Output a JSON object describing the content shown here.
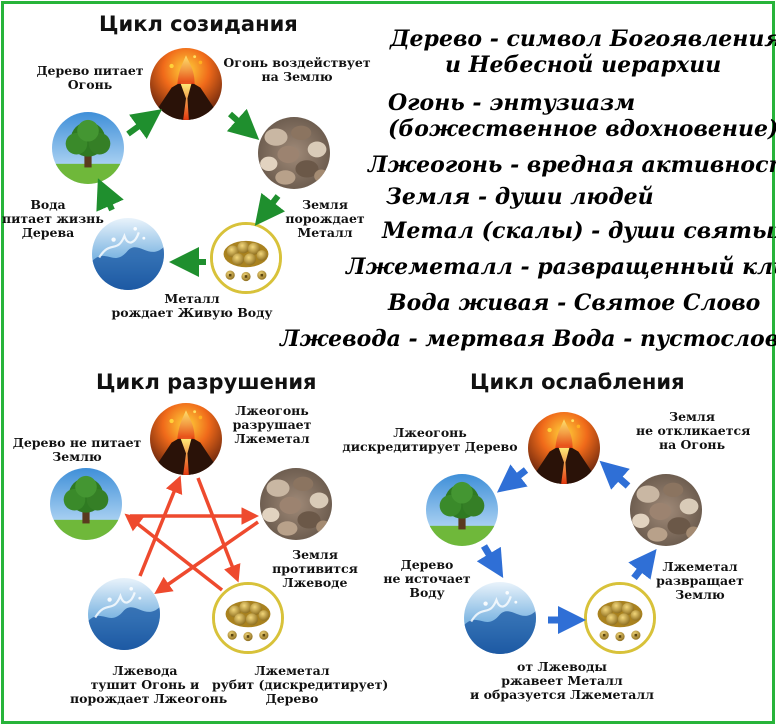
{
  "colors": {
    "border": "#27b43a",
    "green_arrow": "#1f8f2e",
    "red_arrow": "#ee4a2e",
    "blue_arrow": "#2f6fd6"
  },
  "creation": {
    "title": "Цикл созидания",
    "wood_feeds_fire": [
      "Дерево питает",
      "Огонь"
    ],
    "fire_affects_earth": [
      "Огонь воздействует",
      "на Землю"
    ],
    "water_feeds_wood": [
      "Вода",
      "питает жизнь",
      "Дерева"
    ],
    "earth_births_metal": [
      "Земля",
      "порождает",
      "Металл"
    ],
    "metal_births_water": [
      "Металл",
      "рождает Живую Воду"
    ]
  },
  "legend": [
    [
      "Дерево - символ Богоявления",
      "и Небесной иерархии"
    ],
    [
      "Огонь - энтузиазм",
      "(божественное вдохновение)"
    ],
    [
      "Лжеогонь - вредная активность"
    ],
    [
      "Земля - души людей"
    ],
    [
      "Метал (скалы) - души святых"
    ],
    [
      "Лжеметалл - развращенный клир"
    ],
    [
      "Вода живая - Святое Слово"
    ],
    [
      "Лжевода - мертвая Вода - пустословие"
    ]
  ],
  "destruction": {
    "title": "Цикл разрушения",
    "wood_not_feed_earth": [
      "Дерево не питает",
      "Землю"
    ],
    "falsefire_destroys": [
      "Лжеогонь",
      "разрушает",
      "Лжеметал"
    ],
    "earth_resists": [
      "Земля",
      "противится",
      "Лжеводе"
    ],
    "falsewater": [
      "Лжевода",
      "тушит Огонь и",
      "порождает Лжеогонь"
    ],
    "falsemetal": [
      "Лжеметал",
      "рубит (дискредитирует)",
      "Дерево"
    ]
  },
  "weakening": {
    "title": "Цикл ослабления",
    "falsefire_discredits": [
      "Лжеогонь",
      "дискредитирует Дерево"
    ],
    "earth_not_respond": [
      "Земля",
      "не откликается",
      "на Огонь"
    ],
    "wood_not_drain": [
      "Дерево",
      "не источает",
      "Воду"
    ],
    "falsemetal_corrupts": [
      "Лжеметал",
      "развращает",
      "Землю"
    ],
    "falsewater_rusts": [
      "от Лжеводы",
      "ржавеет Металл",
      "и образуется Лжеметалл"
    ]
  },
  "icons": {
    "fire": "volcano-icon",
    "wood": "tree-icon",
    "earth": "pebbles-icon",
    "metal": "coins-icon",
    "water": "water-splash-icon"
  }
}
